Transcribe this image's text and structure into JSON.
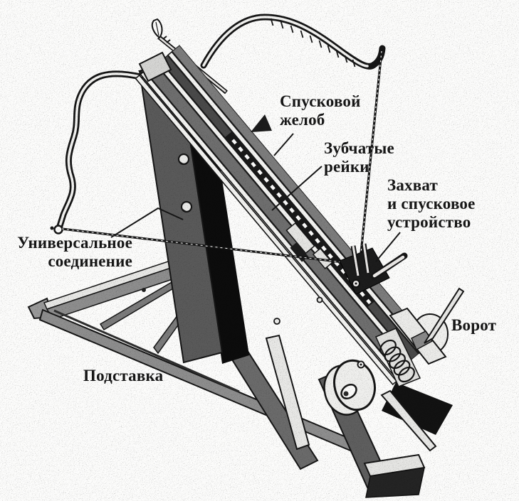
{
  "figure": {
    "kind": "ballista-siege-crossbow-engraving",
    "paper_color": "#fdfdfc",
    "ink_color": "#161616",
    "labels": {
      "launch_trough": "Спусковой\nжелоб",
      "toothed_racks": "Зубчатые\nрейки",
      "catch_release": "Захват\nи спусковое\nустройство",
      "windlass": "Ворот",
      "universal_joint": "Универсальное\nсоединение",
      "stand": "Подставка"
    }
  }
}
